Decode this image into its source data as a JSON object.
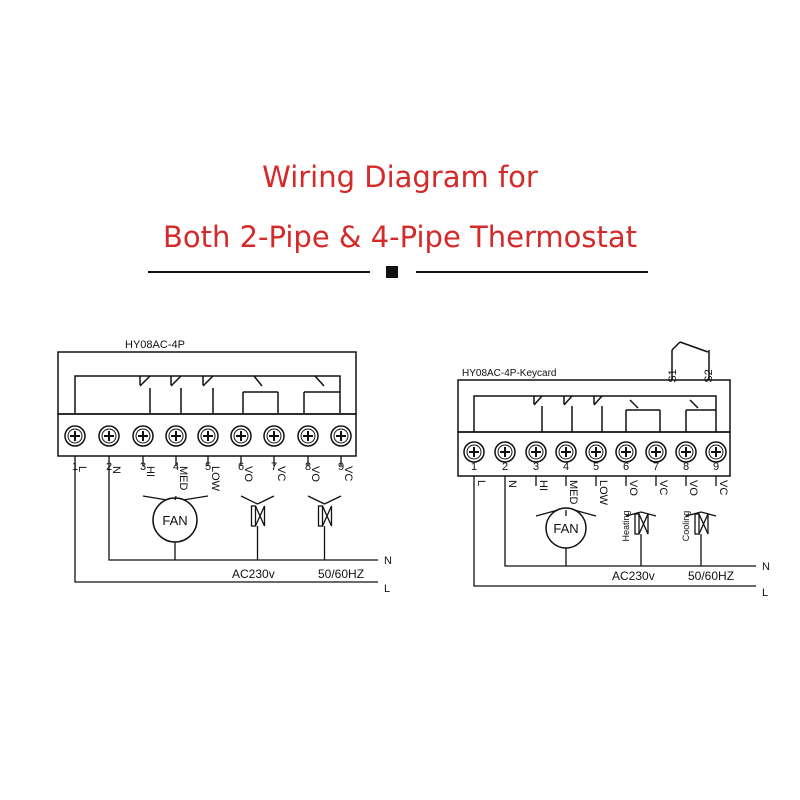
{
  "title": {
    "line1": "Wiring Diagram for",
    "line2": "Both 2-Pipe & 4-Pipe Thermostat"
  },
  "colors": {
    "title": "#d42a2a",
    "lines": "#111111"
  },
  "left_diagram": {
    "model": "HY08AC-4P",
    "terminals": [
      "1",
      "2",
      "3",
      "4",
      "5",
      "6",
      "7",
      "8",
      "9"
    ],
    "terminal_labels": [
      "L",
      "N",
      "HI",
      "MED",
      "LOW",
      "VO",
      "VC",
      "VO",
      "VC"
    ],
    "fan_label": "FAN",
    "power_label": "AC230v",
    "freq_label": "50/60HZ",
    "line_n": "N",
    "line_l": "L"
  },
  "right_diagram": {
    "model": "HY08AC-4P-Keycard",
    "switch_labels": [
      "S1",
      "S2"
    ],
    "terminals": [
      "1",
      "2",
      "3",
      "4",
      "5",
      "6",
      "7",
      "8",
      "9"
    ],
    "terminal_labels": [
      "L",
      "N",
      "HI",
      "MED",
      "LOW",
      "VO",
      "VC",
      "VO",
      "VC"
    ],
    "fan_label": "FAN",
    "heating_label": "Heating",
    "cooling_label": "Cooling",
    "power_label": "AC230v",
    "freq_label": "50/60HZ",
    "line_n": "N",
    "line_l": "L"
  }
}
